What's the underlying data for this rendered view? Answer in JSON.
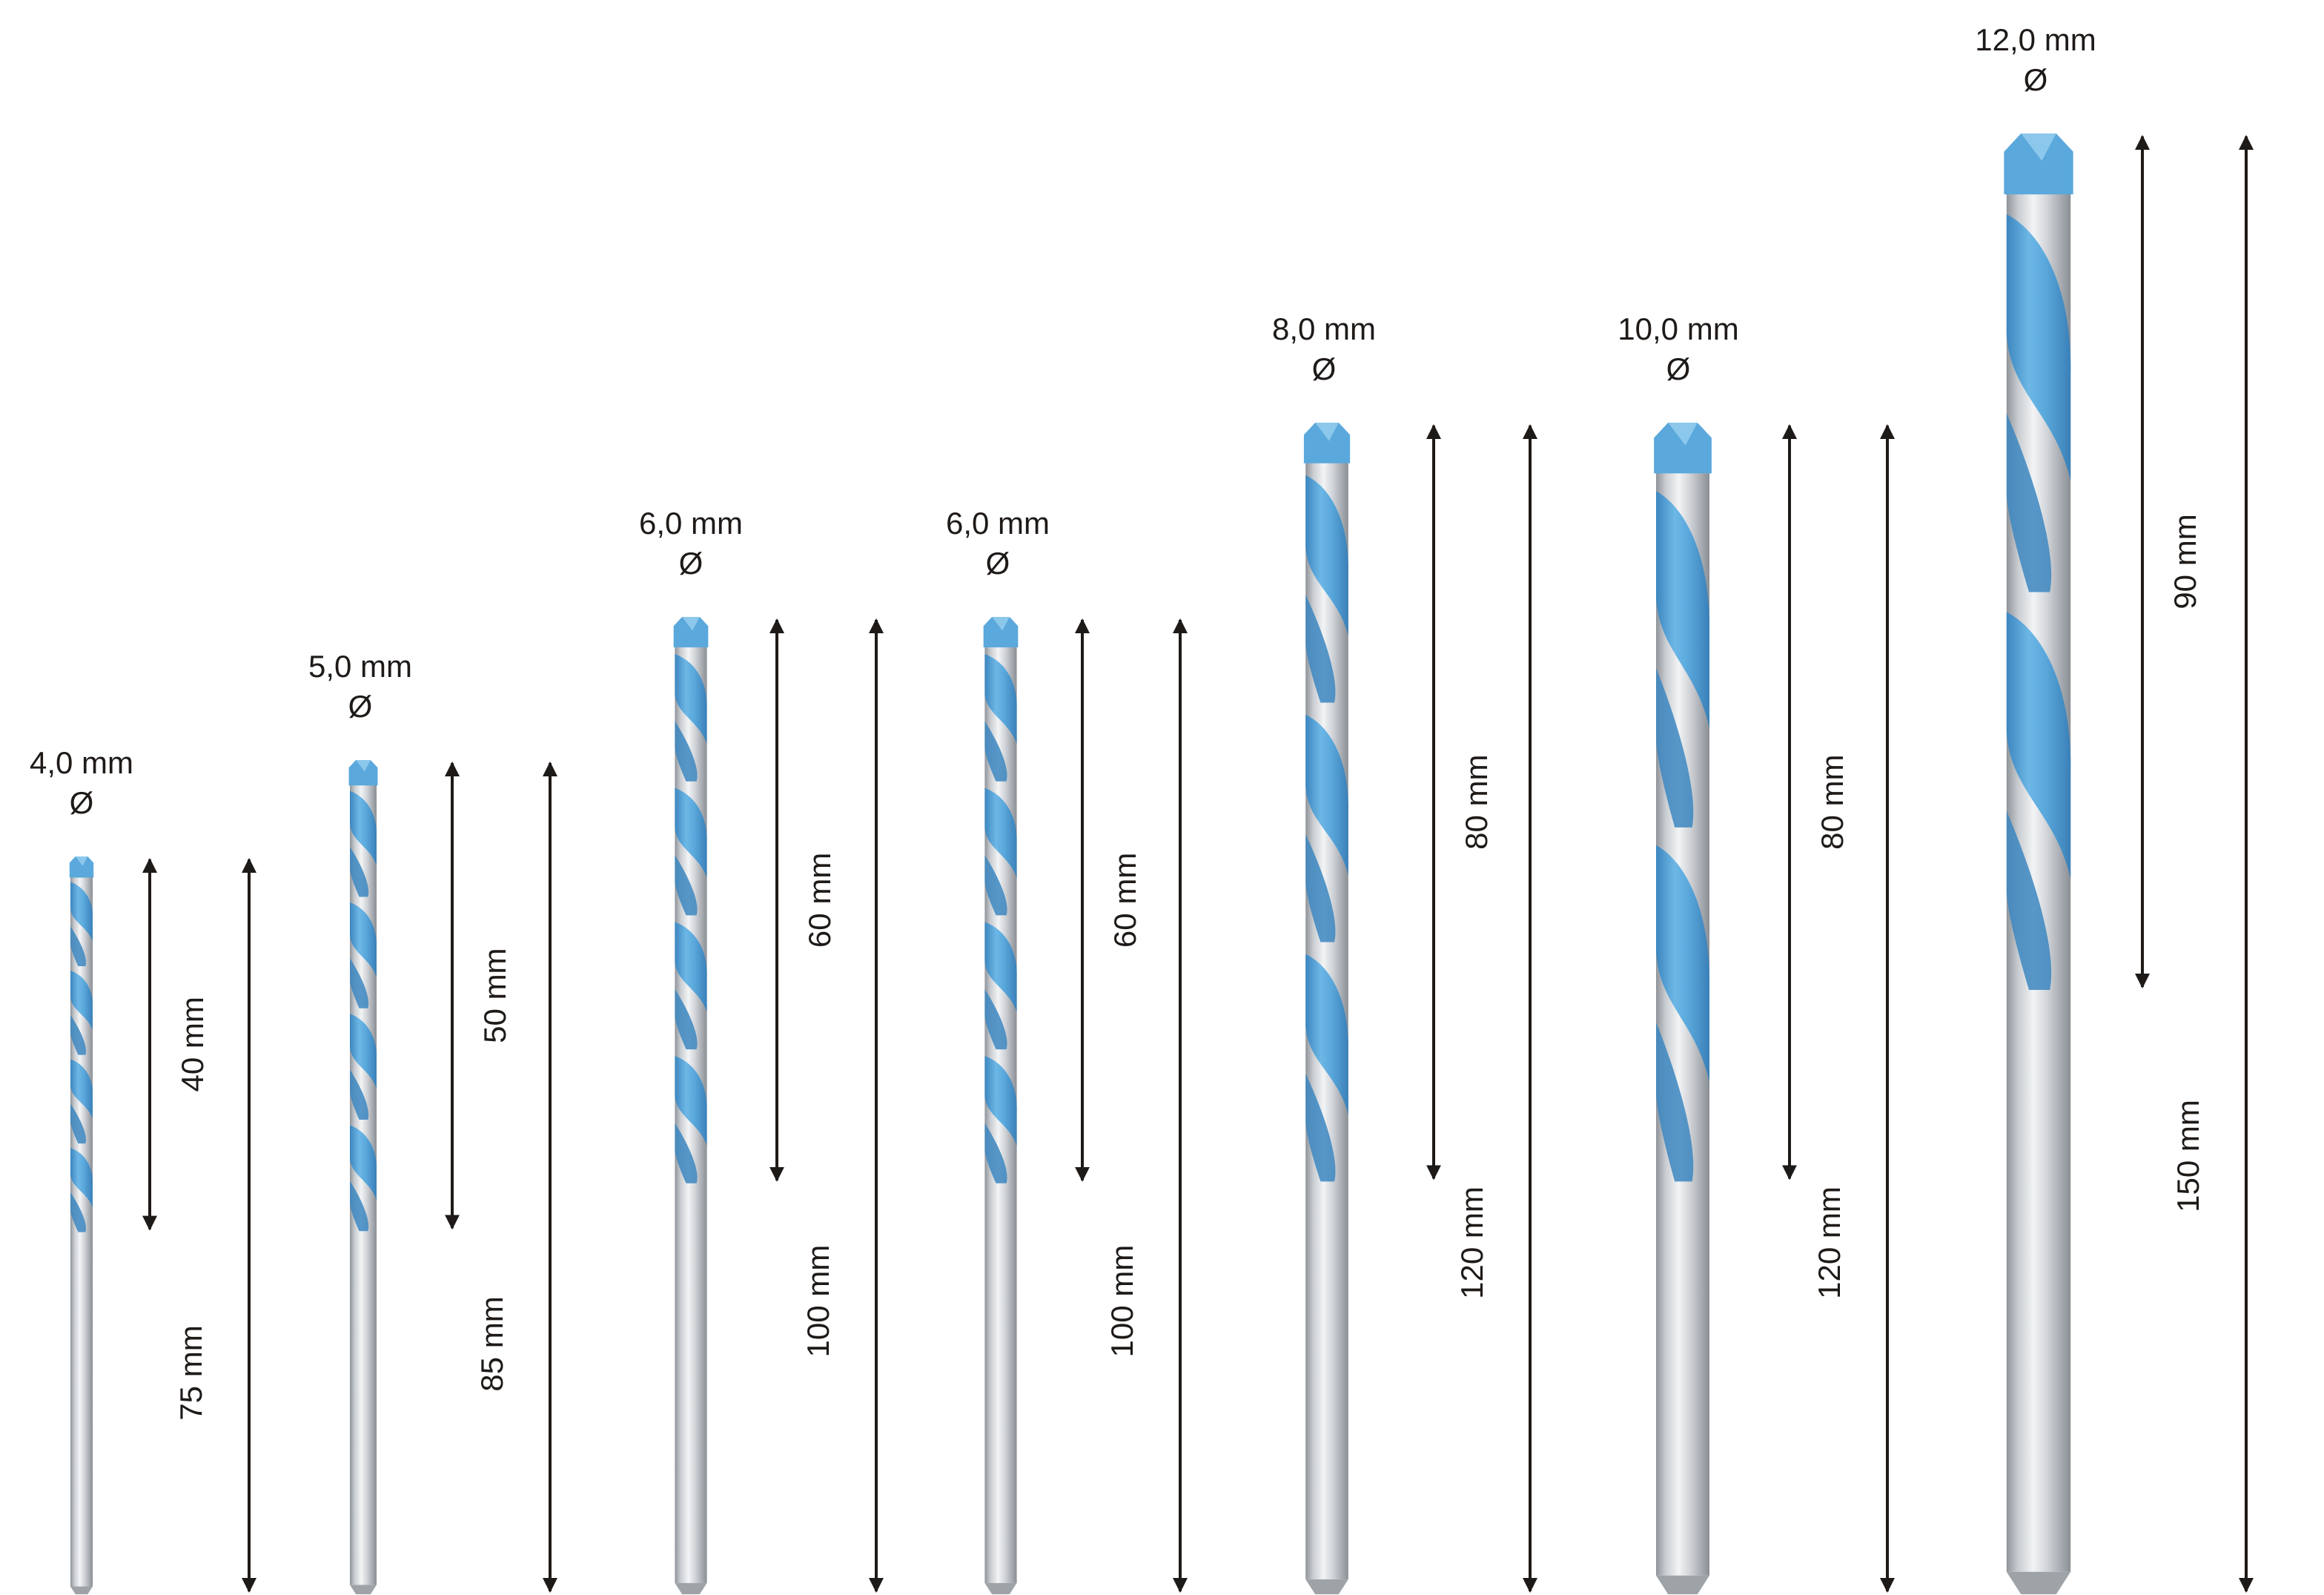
{
  "colors": {
    "background": "#ffffff",
    "coating": "#5aa8dc",
    "coating_light": "#8cc7ec",
    "coating_dark": "#3c86bf",
    "steel_light": "#e9ebed",
    "steel_mid": "#c7cbcf",
    "steel_dark": "#9ea3a8",
    "arrow": "#1e1a18",
    "text": "#1e1a18"
  },
  "diameter_symbol": "Ø",
  "bits": [
    {
      "diameter_label": "4,0 mm",
      "diameter_mm": 4,
      "working_length_label": "40 mm",
      "working_length_mm": 40,
      "total_length_label": "75 mm",
      "total_length_mm": 75
    },
    {
      "diameter_label": "5,0 mm",
      "diameter_mm": 5,
      "working_length_label": "50 mm",
      "working_length_mm": 50,
      "total_length_label": "85 mm",
      "total_length_mm": 85
    },
    {
      "diameter_label": "6,0 mm",
      "diameter_mm": 6,
      "working_length_label": "60 mm",
      "working_length_mm": 60,
      "total_length_label": "100 mm",
      "total_length_mm": 100
    },
    {
      "diameter_label": "6,0 mm",
      "diameter_mm": 6,
      "working_length_label": "60 mm",
      "working_length_mm": 60,
      "total_length_label": "100 mm",
      "total_length_mm": 100
    },
    {
      "diameter_label": "8,0 mm",
      "diameter_mm": 8,
      "working_length_label": "80 mm",
      "working_length_mm": 80,
      "total_length_label": "120 mm",
      "total_length_mm": 120
    },
    {
      "diameter_label": "10,0 mm",
      "diameter_mm": 10,
      "working_length_label": "80 mm",
      "working_length_mm": 80,
      "total_length_label": "120 mm",
      "total_length_mm": 120
    },
    {
      "diameter_label": "12,0 mm",
      "diameter_mm": 12,
      "working_length_label": "90 mm",
      "working_length_mm": 90,
      "total_length_label": "150 mm",
      "total_length_mm": 150
    }
  ]
}
